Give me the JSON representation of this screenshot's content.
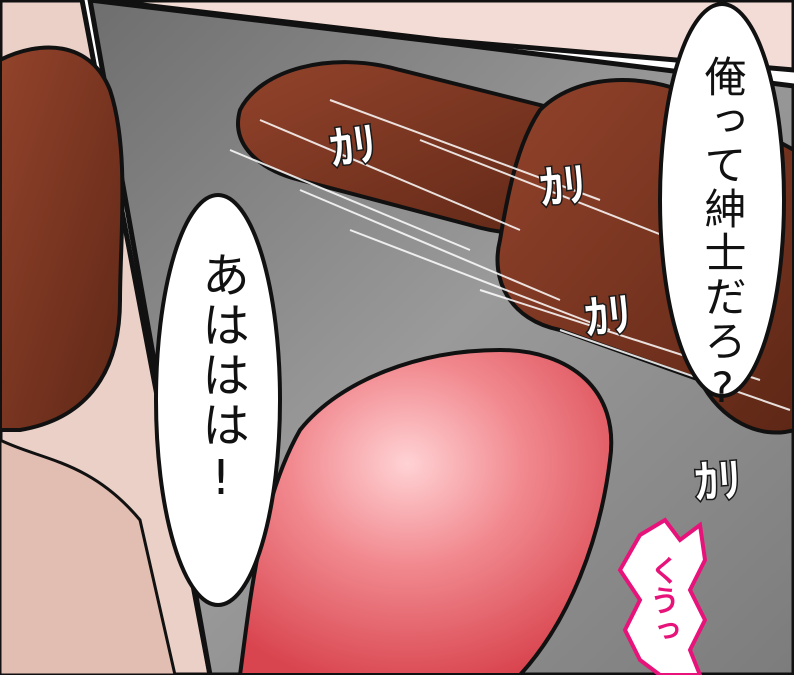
{
  "speech_right": "俺って紳士だろ?",
  "speech_left": "あははは!",
  "sfx_kari": "ｶﾘ",
  "sfx_kutsu": "くうっ",
  "colors": {
    "panel_bg": "#8c8c8c",
    "skin_left": "#e9c9c0",
    "brown": "#7a3320",
    "pink": "#e86a72",
    "sfx_pink": "#e8137a"
  }
}
